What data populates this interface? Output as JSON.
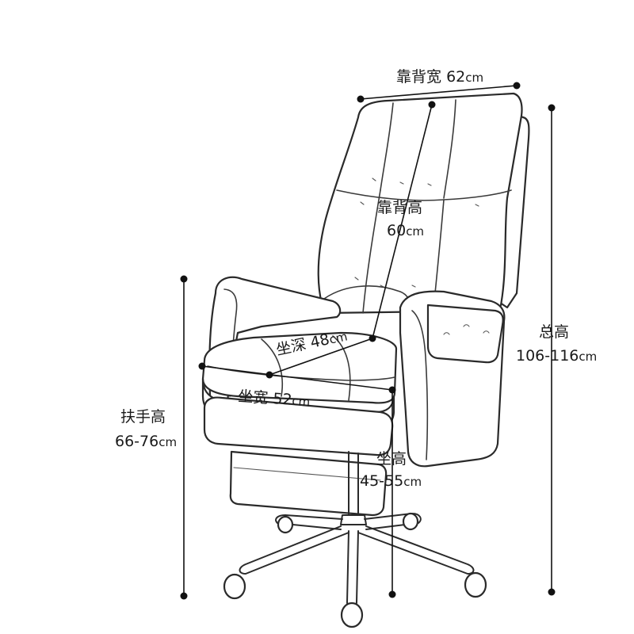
{
  "labels": {
    "back_width": {
      "name": "靠背宽",
      "value": "62",
      "unit": "cm"
    },
    "back_height": {
      "name": "靠背高",
      "value": "60",
      "unit": "cm"
    },
    "seat_depth": {
      "name": "坐深",
      "value": "48",
      "unit": "cm"
    },
    "seat_width": {
      "name": "坐宽",
      "value": "52",
      "unit": "cm"
    },
    "armrest_height": {
      "name": "扶手高",
      "value": "66-76",
      "unit": "cm"
    },
    "seat_height": {
      "name": "坐高",
      "value": "45-55",
      "unit": "cm"
    },
    "total_height": {
      "name": "总高",
      "value": "106-116",
      "unit": "cm"
    }
  },
  "colors": {
    "line": "#2a2a2a",
    "text": "#1a1a1a",
    "background": "#ffffff"
  }
}
